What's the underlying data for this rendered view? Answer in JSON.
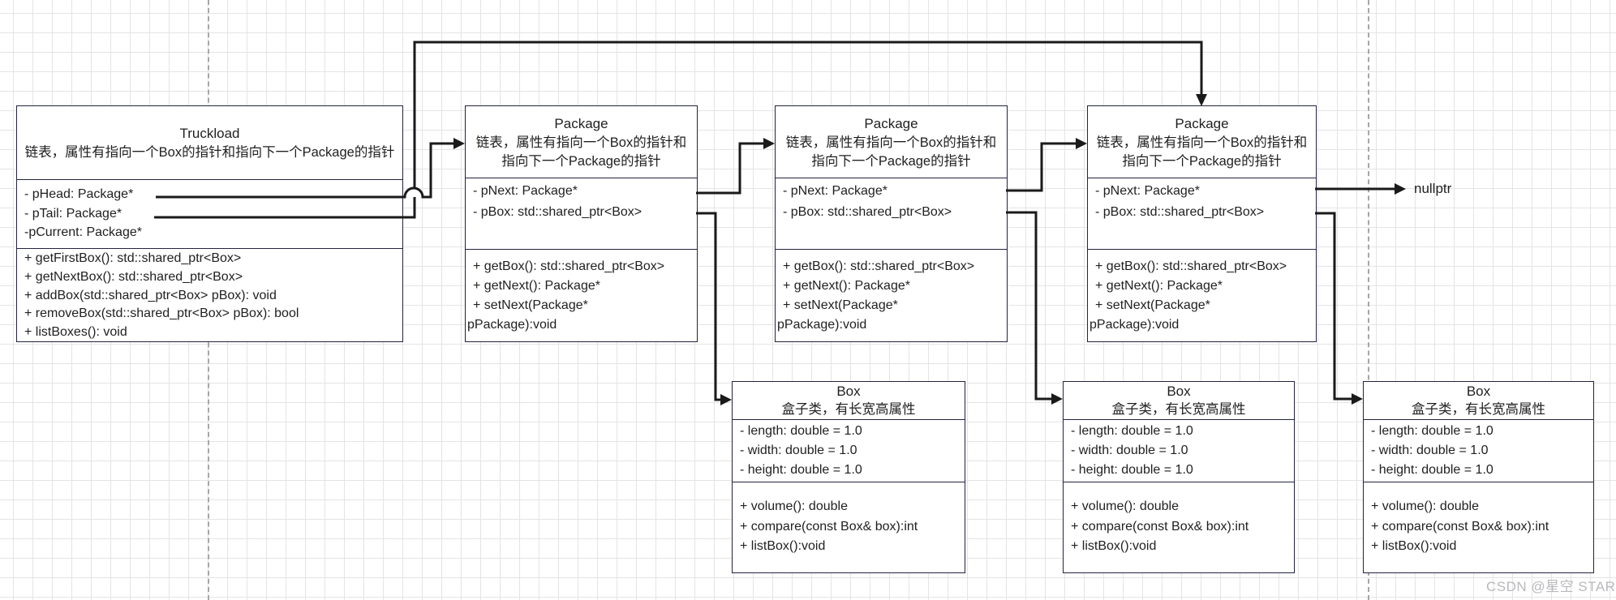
{
  "colors": {
    "box_border": "#232340",
    "connector": "#1a1a1a",
    "grid_line": "#e4e4e4",
    "page_break": "#a6a6a6",
    "watermark": "#b9b9bd",
    "text": "#1f1f1f",
    "box_fill": "#ffffff"
  },
  "classes": {
    "truckload": {
      "title": "Truckload",
      "subtitle": [
        "链表，属性有指向一个Box的指针和指向下一个Package的指针"
      ],
      "attributes": [
        "- pHead: Package*",
        "- pTail: Package*",
        "-pCurrent: Package*"
      ],
      "methods": [
        "+ getFirstBox(): std::shared_ptr<Box>",
        "+ getNextBox(): std::shared_ptr<Box>",
        "+ addBox(std::shared_ptr<Box> pBox): void",
        "+ removeBox(std::shared_ptr<Box> pBox): bool",
        "+ listBoxes(): void"
      ]
    },
    "package": {
      "title": "Package",
      "subtitle": [
        "链表，属性有指向一个Box的指针和",
        "指向下一个Package的指针"
      ],
      "attributes": [
        "- pNext: Package*",
        "- pBox: std::shared_ptr<Box>"
      ],
      "methods": [
        "+ getBox(): std::shared_ptr<Box>",
        "+ getNext(): Package*",
        "+ setNext(Package*",
        "pPackage):void"
      ]
    },
    "box": {
      "title": "Box",
      "subtitle": [
        "盒子类，有长宽高属性"
      ],
      "attributes": [
        "- length: double = 1.0",
        "- width: double = 1.0",
        "- height: double = 1.0"
      ],
      "methods": [
        "+ volume(): double",
        "+ compare(const Box& box):int",
        "+ listBox():void"
      ]
    }
  },
  "labels": {
    "nullptr": "nullptr",
    "watermark": "CSDN @星空 STAR"
  }
}
